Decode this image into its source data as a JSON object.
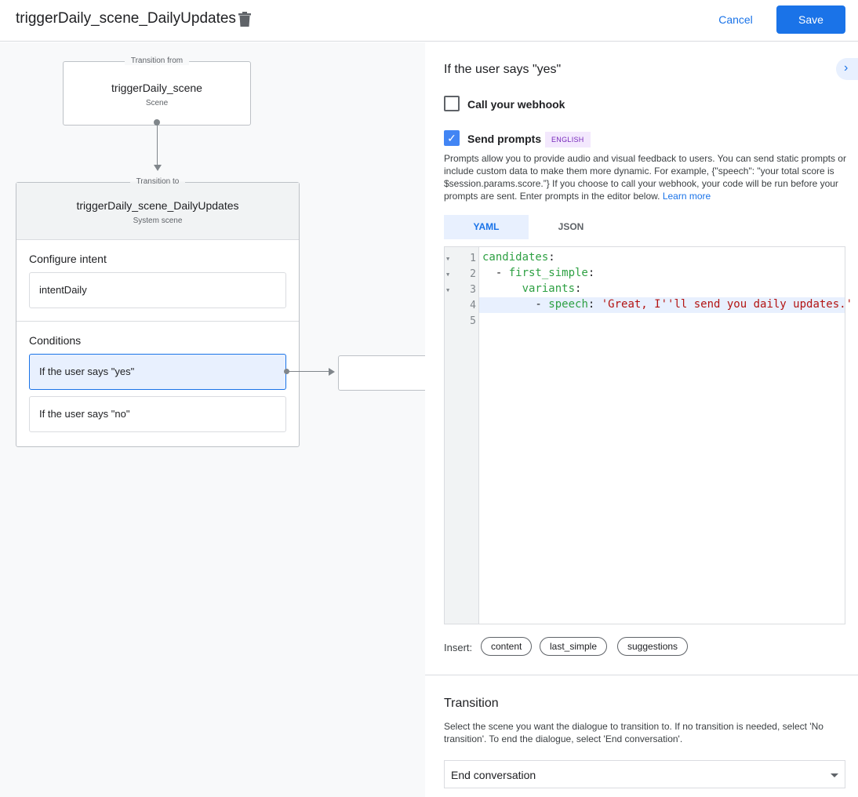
{
  "header": {
    "title": "triggerDaily_scene_DailyUpdates",
    "cancel_label": "Cancel",
    "save_label": "Save"
  },
  "canvas": {
    "from": {
      "legend": "Transition from",
      "name": "triggerDaily_scene",
      "type": "Scene"
    },
    "to": {
      "legend": "Transition to",
      "name": "triggerDaily_scene_DailyUpdates",
      "type": "System scene",
      "configure_intent_label": "Configure intent",
      "intent": "intentDaily",
      "conditions_label": "Conditions",
      "conditions": [
        "If the user says \"yes\"",
        "If the user says \"no\""
      ]
    }
  },
  "panel": {
    "heading": "If the user says \"yes\"",
    "webhook": {
      "label": "Call your webhook",
      "checked": false
    },
    "prompts": {
      "label": "Send prompts",
      "checked": true,
      "badge": "ENGLISH",
      "description": "Prompts allow you to provide audio and visual feedback to users. You can send static prompts or include custom data to make them more dynamic. For example, {\"speech\": \"your total score is $session.params.score.”} If you choose to call your webhook, your code will be run before your prompts are sent. Enter prompts in the editor below.",
      "learn_more": "Learn more"
    },
    "tabs": [
      "YAML",
      "JSON"
    ],
    "active_tab": "YAML",
    "code": {
      "line_numbers": [
        "1",
        "2",
        "3",
        "4",
        "5"
      ],
      "l1_key": "candidates",
      "l2_key": "first_simple",
      "l3_key": "variants",
      "l4_key": "speech",
      "l4_value": "'Great, I''ll send you daily updates.'"
    },
    "insert": {
      "label": "Insert:",
      "chips": [
        "content",
        "last_simple",
        "suggestions"
      ]
    },
    "transition": {
      "heading": "Transition",
      "description": "Select the scene you want the dialogue to transition to. If no transition is needed, select 'No transition'. To end the dialogue, select 'End conversation'.",
      "selected": "End conversation"
    }
  },
  "colors": {
    "accent": "#1a73e8",
    "badge_bg": "#f3e8fd",
    "badge_text": "#7627bb"
  }
}
